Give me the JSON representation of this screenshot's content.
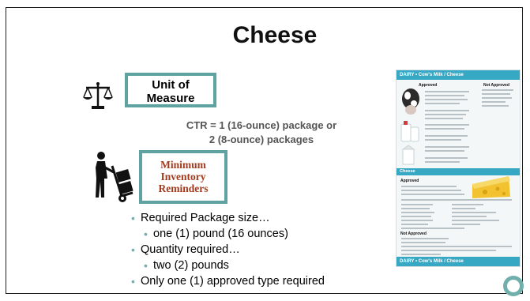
{
  "slide": {
    "title": "Cheese",
    "unit_of_measure": {
      "line1": "Unit of",
      "line2": "Measure",
      "icon": "balance-scale-icon"
    },
    "ctr": {
      "line1": "CTR = 1 (16-ounce) package or",
      "line2": "2 (8-ounce) packages"
    },
    "min_inventory": {
      "line1": "Minimum",
      "line2": "Inventory",
      "line3": "Reminders",
      "icon": "hand-truck-icon"
    },
    "bullets": {
      "b1": "Required Package size…",
      "b1_sub": "one (1) pound (16 ounces)",
      "b2": "Quantity required…",
      "b2_sub": "two (2) pounds",
      "b3": "Only one (1) approved type required"
    }
  },
  "flyer": {
    "header": "DAIRY • Cow's Milk / Cheese",
    "approved": "Approved",
    "not_approved": "Not Approved",
    "cheese_header": "Cheese",
    "cheese_approved": "Approved",
    "cheese_not_approved": "Not Approved",
    "footer": "DAIRY • Cow's Milk / Cheese"
  },
  "colors": {
    "accent_teal": "#5fa3a0",
    "reminder_red": "#a23b1e",
    "flyer_blue": "#37a8c4"
  }
}
